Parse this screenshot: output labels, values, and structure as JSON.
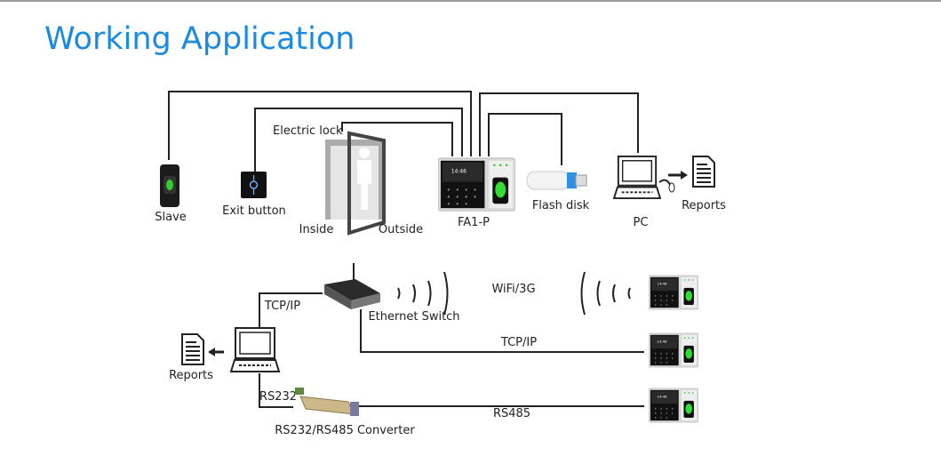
{
  "title": "Working Application",
  "colors": {
    "title": "#1a8be0",
    "lines": "#222222",
    "fingerprint_glow": "#33dd33",
    "usb_cap": "#2f8fe0"
  },
  "standalone": {
    "labels": {
      "slave": "Slave",
      "exit_button": "Exit button",
      "electric_lock": "Electric lock",
      "inside": "Inside",
      "outside": "Outside",
      "device": "FA1-P",
      "flash_disk": "Flash disk",
      "pc": "PC",
      "reports": "Reports"
    }
  },
  "network": {
    "labels": {
      "tcpip_pc": "TCP/IP",
      "ethernet_switch": "Ethernet Switch",
      "wifi": "WiFi/3G",
      "tcpip_line": "TCP/IP",
      "rs232": "RS232",
      "rs485": "RS485",
      "converter": "RS232/RS485 Converter",
      "reports": "Reports"
    }
  }
}
